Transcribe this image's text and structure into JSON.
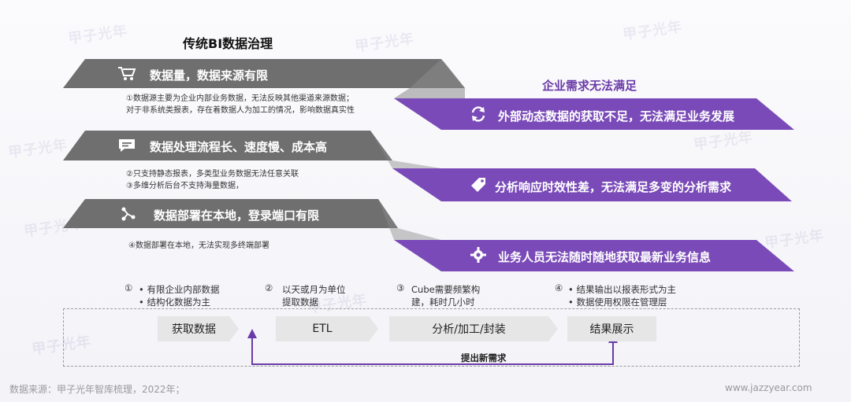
{
  "title_left": "传统BI数据治理",
  "title_right": "企业需求无法满足",
  "left_bands": [
    {
      "label": "数据量，数据来源有限",
      "icon": "cart-icon",
      "desc": [
        "①数据源主要为企业内部业务数据，无法反映其他渠道来源数据；",
        "对于非系统类报表，存在着数据人为加工的情况，影响数据真实性"
      ]
    },
    {
      "label": "数据处理流程长、速度慢、成本高",
      "icon": "chat-icon",
      "desc": [
        "②只支持静态报表，多类型业务数据无法任意关联",
        "③多维分析后台不支持海量数据，"
      ]
    },
    {
      "label": "数据部署在本地，登录端口有限",
      "icon": "share-icon",
      "desc": [
        "④数据部署在本地，无法实现多终端部署"
      ]
    }
  ],
  "right_bands": [
    {
      "label": "外部动态数据的获取不足，无法满足业务发展",
      "icon": "refresh-icon"
    },
    {
      "label": "分析响应时效性差，无法满足多变的分析需求",
      "icon": "tag-icon"
    },
    {
      "label": "业务人员无法随时随地获取最新业务信息",
      "icon": "gear-icon"
    }
  ],
  "notes": [
    {
      "num": "①",
      "lines": [
        "•   有限企业内部数据",
        "•   结构化数据为主"
      ]
    },
    {
      "num": "②",
      "lines": [
        "以天或月为单位",
        "提取数据"
      ]
    },
    {
      "num": "③",
      "lines": [
        "Cube需要频繁构",
        "建，耗时几小时"
      ]
    },
    {
      "num": "④",
      "lines": [
        "•   结果输出以报表形式为主",
        "•   数据使用权限在管理层"
      ]
    }
  ],
  "process": [
    "获取数据",
    "ETL",
    "分析/加工/封装",
    "结果展示"
  ],
  "feedback_label": "提出新需求",
  "footer_source": "数据来源：甲子光年智库梳理，2022年；",
  "footer_url": "www.jazzyear.com",
  "watermark": "甲子光年",
  "colors": {
    "gray_band": "#6f6f6f",
    "purple_band": "#7a4bb8",
    "accent": "#6a3aa8",
    "box": "#e6e6e6"
  }
}
